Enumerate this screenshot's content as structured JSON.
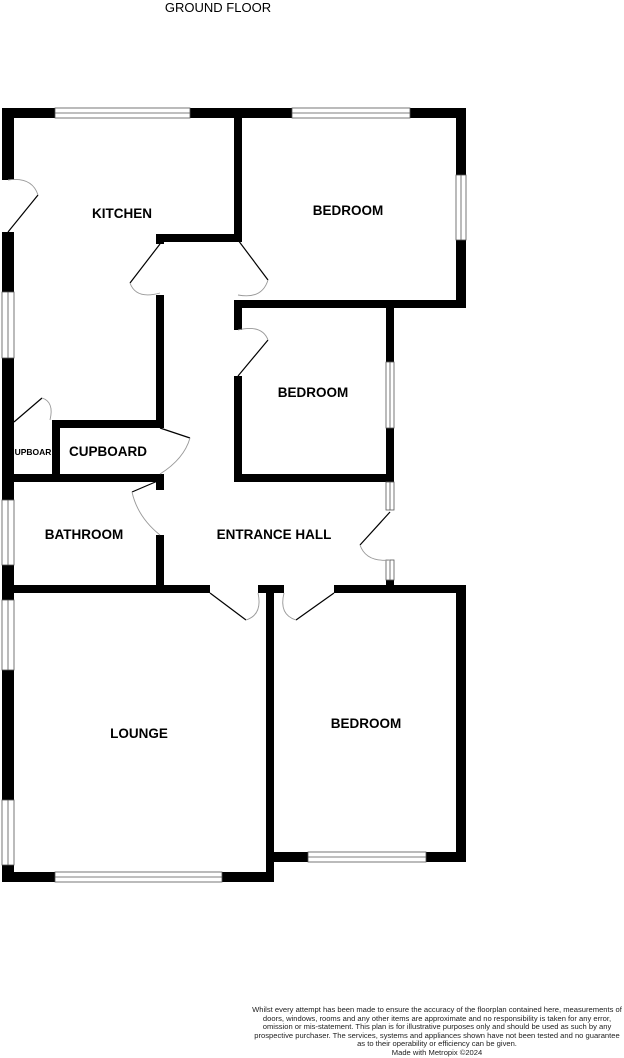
{
  "title": "GROUND FLOOR",
  "rooms": {
    "kitchen": "KITCHEN",
    "bedroom1": "BEDROOM",
    "bedroom2": "BEDROOM",
    "cupboard_small": "UPBOAR",
    "cupboard": "CUPBOARD",
    "bathroom": "BATHROOM",
    "entrance_hall": "ENTRANCE HALL",
    "lounge": "LOUNGE",
    "bedroom3": "BEDROOM"
  },
  "disclaimer": {
    "text": "Whilst every attempt has been made to ensure the accuracy of the floorplan contained here, measurements of doors, windows, rooms and any other items are approximate and no responsibility is taken for any error, omission or mis-statement. This plan is for illustrative purposes only and should be used as such by any prospective purchaser. The services, systems and appliances shown have not been tested and no guarantee as to their operability or efficiency can be given.",
    "credit": "Made with Metropix ©2024"
  },
  "colors": {
    "wall": "#000000",
    "window": "#ffffff",
    "door_arc": "#999999"
  }
}
